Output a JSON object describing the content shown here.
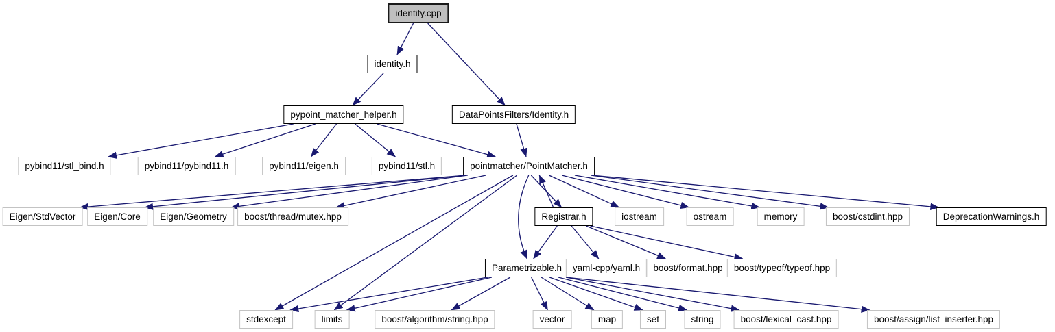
{
  "diagram": {
    "kind": "include-dependency-graph",
    "root": "identity.cpp",
    "colors": {
      "edge": "#191970",
      "plain_border": "#c3c3c3",
      "linked_border": "#000000",
      "root_fill": "#bfbfbf",
      "node_fill": "#ffffff",
      "text": "#000000",
      "background": "#ffffff"
    },
    "nodes": [
      {
        "id": "identity_cpp",
        "label": "identity.cpp"
      },
      {
        "id": "identity_h",
        "label": "identity.h"
      },
      {
        "id": "pypoint",
        "label": "pypoint_matcher_helper.h"
      },
      {
        "id": "dpf_identity",
        "label": "DataPointsFilters/Identity.h"
      },
      {
        "id": "stl_bind",
        "label": "pybind11/stl_bind.h"
      },
      {
        "id": "pybind11",
        "label": "pybind11/pybind11.h"
      },
      {
        "id": "eigen_h",
        "label": "pybind11/eigen.h"
      },
      {
        "id": "stl_h",
        "label": "pybind11/stl.h"
      },
      {
        "id": "pm",
        "label": "pointmatcher/PointMatcher.h"
      },
      {
        "id": "eigen_stdvector",
        "label": "Eigen/StdVector"
      },
      {
        "id": "eigen_core",
        "label": "Eigen/Core"
      },
      {
        "id": "eigen_geometry",
        "label": "Eigen/Geometry"
      },
      {
        "id": "mutex",
        "label": "boost/thread/mutex.hpp"
      },
      {
        "id": "registrar",
        "label": "Registrar.h"
      },
      {
        "id": "iostream",
        "label": "iostream"
      },
      {
        "id": "ostream",
        "label": "ostream"
      },
      {
        "id": "memory",
        "label": "memory"
      },
      {
        "id": "cstdint",
        "label": "boost/cstdint.hpp"
      },
      {
        "id": "deprecation",
        "label": "DeprecationWarnings.h"
      },
      {
        "id": "parametrizable",
        "label": "Parametrizable.h"
      },
      {
        "id": "yaml",
        "label": "yaml-cpp/yaml.h"
      },
      {
        "id": "format",
        "label": "boost/format.hpp"
      },
      {
        "id": "typeof",
        "label": "boost/typeof/typeof.hpp"
      },
      {
        "id": "stdexcept",
        "label": "stdexcept"
      },
      {
        "id": "limits",
        "label": "limits"
      },
      {
        "id": "algostring",
        "label": "boost/algorithm/string.hpp"
      },
      {
        "id": "vector",
        "label": "vector"
      },
      {
        "id": "map",
        "label": "map"
      },
      {
        "id": "set",
        "label": "set"
      },
      {
        "id": "string",
        "label": "string"
      },
      {
        "id": "lexical",
        "label": "boost/lexical_cast.hpp"
      },
      {
        "id": "inserter",
        "label": "boost/assign/list_inserter.hpp"
      }
    ],
    "edges": [
      {
        "from": "identity_cpp",
        "to": "identity_h"
      },
      {
        "from": "identity_cpp",
        "to": "dpf_identity"
      },
      {
        "from": "identity_h",
        "to": "pypoint"
      },
      {
        "from": "pypoint",
        "to": "stl_bind"
      },
      {
        "from": "pypoint",
        "to": "pybind11"
      },
      {
        "from": "pypoint",
        "to": "eigen_h"
      },
      {
        "from": "pypoint",
        "to": "stl_h"
      },
      {
        "from": "pypoint",
        "to": "pm"
      },
      {
        "from": "dpf_identity",
        "to": "pm"
      },
      {
        "from": "pm",
        "to": "eigen_stdvector"
      },
      {
        "from": "pm",
        "to": "eigen_core"
      },
      {
        "from": "pm",
        "to": "eigen_geometry"
      },
      {
        "from": "pm",
        "to": "mutex"
      },
      {
        "from": "pm",
        "to": "registrar",
        "dx1": -6,
        "dx2": 6
      },
      {
        "from": "registrar",
        "to": "pm",
        "dx1": -6,
        "dx2": 6
      },
      {
        "from": "pm",
        "to": "iostream"
      },
      {
        "from": "pm",
        "to": "ostream"
      },
      {
        "from": "pm",
        "to": "memory"
      },
      {
        "from": "pm",
        "to": "cstdint"
      },
      {
        "from": "pm",
        "to": "deprecation"
      },
      {
        "from": "pm",
        "to": "stdexcept",
        "dx2": -10
      },
      {
        "from": "pm",
        "to": "limits",
        "dx2": -14
      },
      {
        "from": "pm",
        "to": "parametrizable",
        "via": [
          742,
          318
        ]
      },
      {
        "from": "registrar",
        "to": "parametrizable"
      },
      {
        "from": "registrar",
        "to": "yaml"
      },
      {
        "from": "registrar",
        "to": "format"
      },
      {
        "from": "registrar",
        "to": "typeof"
      },
      {
        "from": "parametrizable",
        "to": "stdexcept"
      },
      {
        "from": "parametrizable",
        "to": "limits"
      },
      {
        "from": "parametrizable",
        "to": "algostring"
      },
      {
        "from": "parametrizable",
        "to": "vector"
      },
      {
        "from": "parametrizable",
        "to": "map"
      },
      {
        "from": "parametrizable",
        "to": "set"
      },
      {
        "from": "parametrizable",
        "to": "string"
      },
      {
        "from": "parametrizable",
        "to": "lexical"
      },
      {
        "from": "parametrizable",
        "to": "inserter"
      }
    ]
  }
}
